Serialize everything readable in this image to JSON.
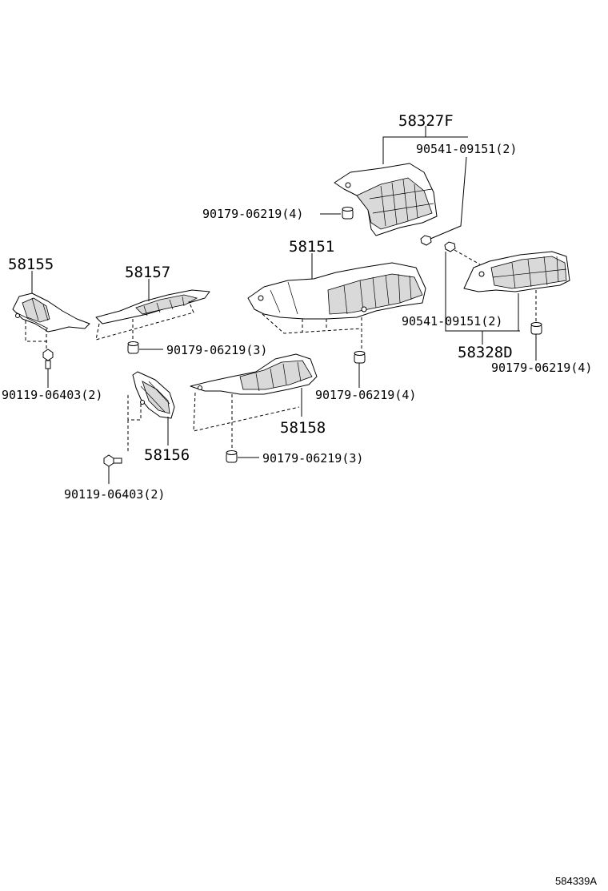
{
  "diagram": {
    "part_labels": {
      "p58327F": "58327F",
      "p58151": "58151",
      "p58155": "58155",
      "p58157": "58157",
      "p58328D": "58328D",
      "p58158": "58158",
      "p58156": "58156"
    },
    "fastener_labels": {
      "f_90541_top": "90541-09151(2)",
      "f_90179_top": "90179-06219(4)",
      "f_90541_right": "90541-09151(2)",
      "f_90179_right": "90179-06219(4)",
      "f_90179_58157": "90179-06219(3)",
      "f_90119_left": "90119-06403(2)",
      "f_90179_58151": "90179-06219(4)",
      "f_90179_58158": "90179-06219(3)",
      "f_90119_bottom": "90119-06403(2)"
    },
    "figure_code": "584339A"
  }
}
